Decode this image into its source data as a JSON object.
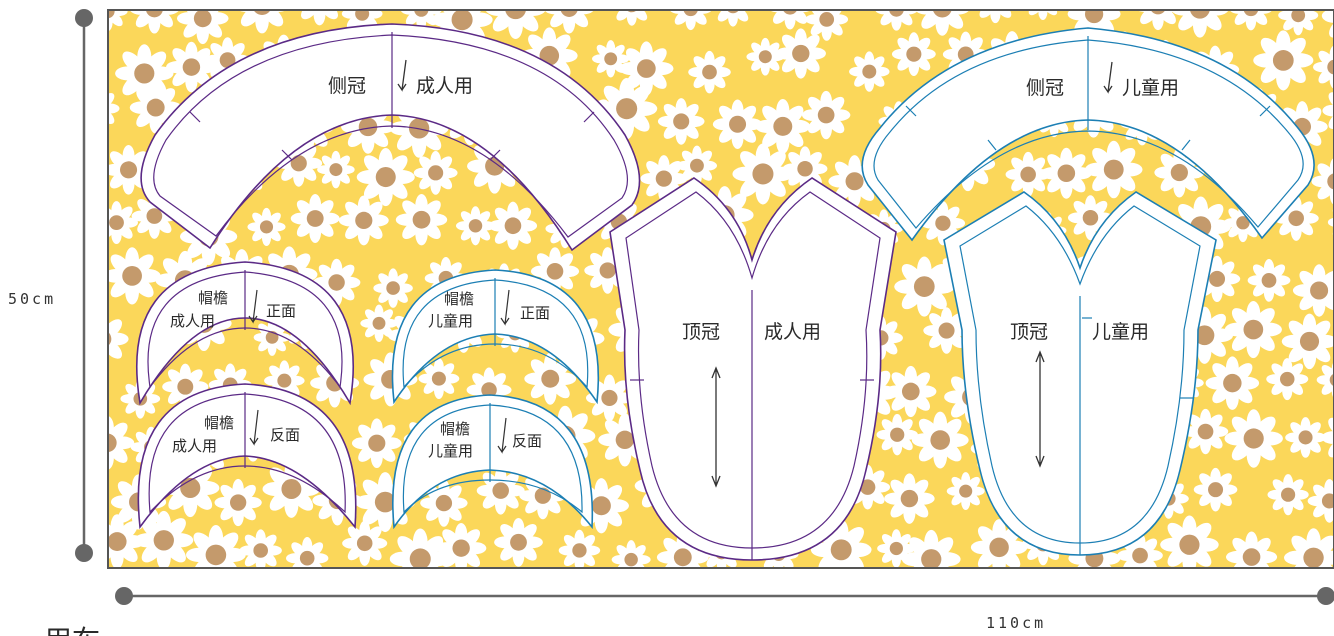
{
  "dimensions": {
    "height": "50cm",
    "width": "110cm"
  },
  "footer_text": "用布",
  "colors": {
    "fabric_background": "#fbd75a",
    "flower_petal": "#ffffff",
    "flower_center": "#c49a6c",
    "adult_outline": "#5b2a86",
    "child_outline": "#1c7fb4",
    "dimension_line": "#666666"
  },
  "pattern_pieces": {
    "side_crown_adult": {
      "name": "侧冠",
      "size": "成人用"
    },
    "side_crown_child": {
      "name": "侧冠",
      "size": "儿童用"
    },
    "top_crown_adult": {
      "name": "顶冠",
      "size": "成人用"
    },
    "top_crown_child": {
      "name": "顶冠",
      "size": "儿童用"
    },
    "brim_adult_front": {
      "name": "帽檐",
      "size": "成人用",
      "face": "正面"
    },
    "brim_adult_back": {
      "name": "帽檐",
      "size": "成人用",
      "face": "反面"
    },
    "brim_child_front": {
      "name": "帽檐",
      "size": "儿童用",
      "face": "正面"
    },
    "brim_child_back": {
      "name": "帽檐",
      "size": "儿童用",
      "face": "反面"
    }
  }
}
